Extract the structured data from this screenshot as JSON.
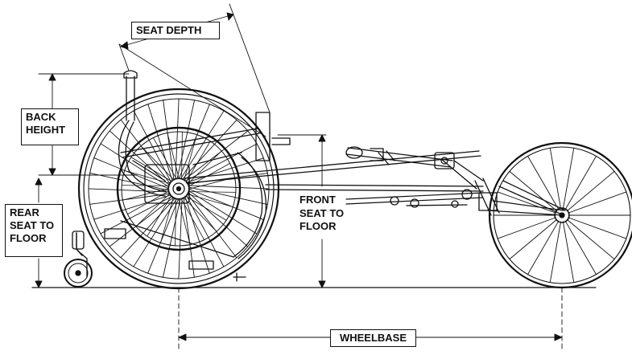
{
  "labels": {
    "seat_depth": "SEAT DEPTH",
    "back_height": "BACK\nHEIGHT",
    "rear_seat_to_floor": "REAR\nSEAT TO\nFLOOR",
    "front_seat_to_floor": "FRONT\nSEAT TO\nFLOOR",
    "wheelbase": "WHEELBASE"
  },
  "colors": {
    "ink": "#111111",
    "background": "#ffffff"
  }
}
